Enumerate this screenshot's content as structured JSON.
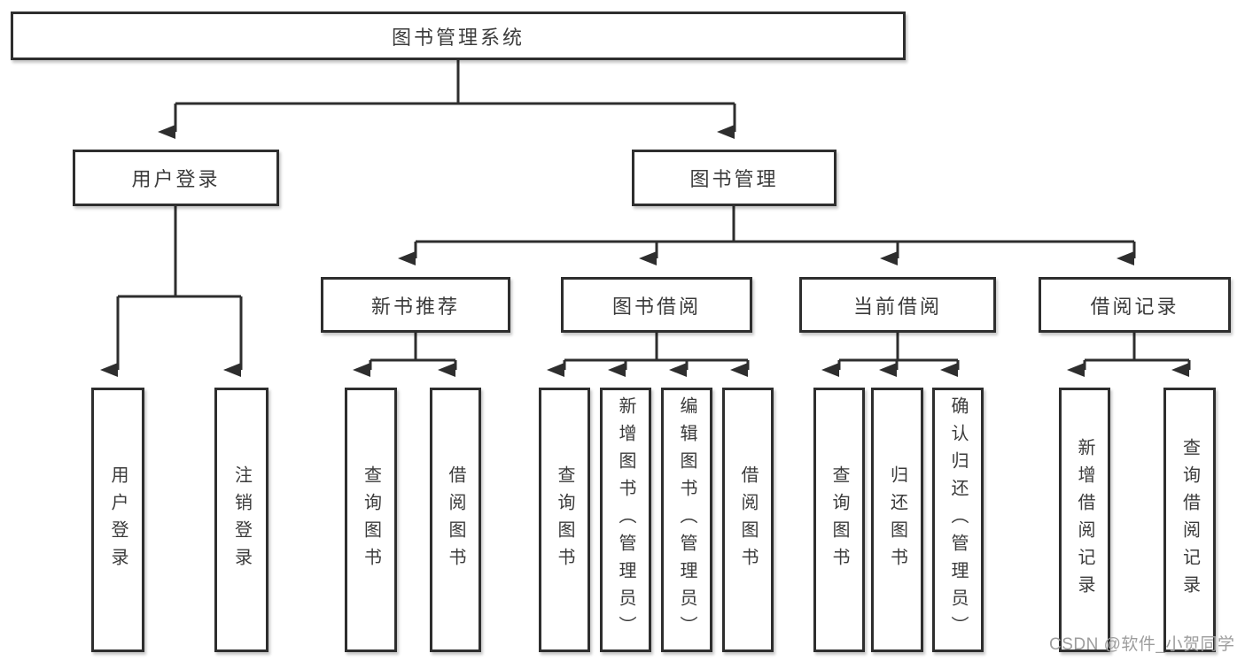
{
  "diagram": {
    "root": "图书管理系统",
    "level1": {
      "user_login": "用户登录",
      "book_mgmt": "图书管理"
    },
    "level2": {
      "new_books": "新书推荐",
      "book_borrow": "图书借阅",
      "current_borrow": "当前借阅",
      "borrow_records": "借阅记录"
    },
    "leaves": {
      "user_login": [
        "用户登录",
        "注销登录"
      ],
      "new_books": [
        "查询图书",
        "借阅图书"
      ],
      "book_borrow": [
        "查询图书",
        "新增图书（管理员）",
        "编辑图书（管理员）",
        "借阅图书"
      ],
      "current_borrow": [
        "查询图书",
        "归还图书",
        "确认归还（管理员）"
      ],
      "borrow_records": [
        "新增借阅记录",
        "查询借阅记录"
      ]
    },
    "colors": {
      "line": "#2e2e2e",
      "box_border": "#2e2e2e",
      "text": "#3b3b3b",
      "watermark": "#9d9d9d",
      "background": "#ffffff"
    }
  },
  "watermark": "CSDN @软件_小贺同学"
}
